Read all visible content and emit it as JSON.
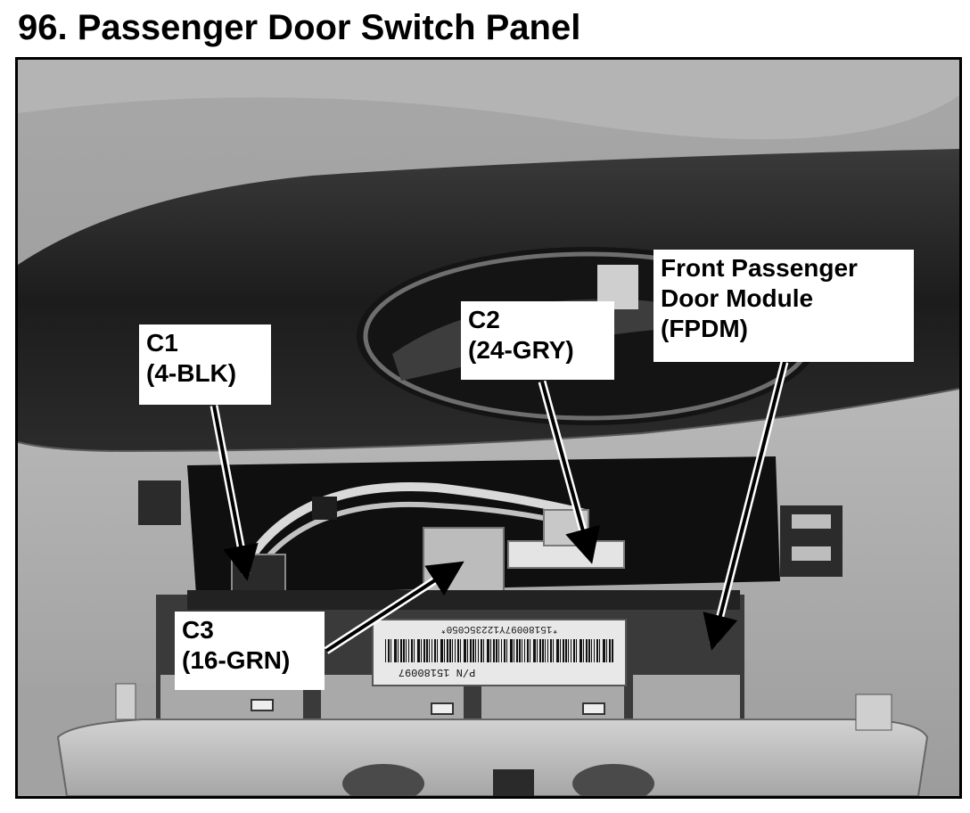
{
  "title": "96. Passenger Door Switch Panel",
  "callouts": {
    "c1": {
      "line1": "C1",
      "line2": "(4-BLK)"
    },
    "c2": {
      "line1": "C2",
      "line2": "(24-GRY)"
    },
    "c3": {
      "line1": "C3",
      "line2": "(16-GRN)"
    },
    "fpdm": {
      "line1": "Front Passenger",
      "line2": "Door Module",
      "line3": "(FPDM)"
    }
  },
  "module_label": {
    "barcode_text": "*15180097Y12235C050*",
    "part_number": "P/N 15180097"
  }
}
